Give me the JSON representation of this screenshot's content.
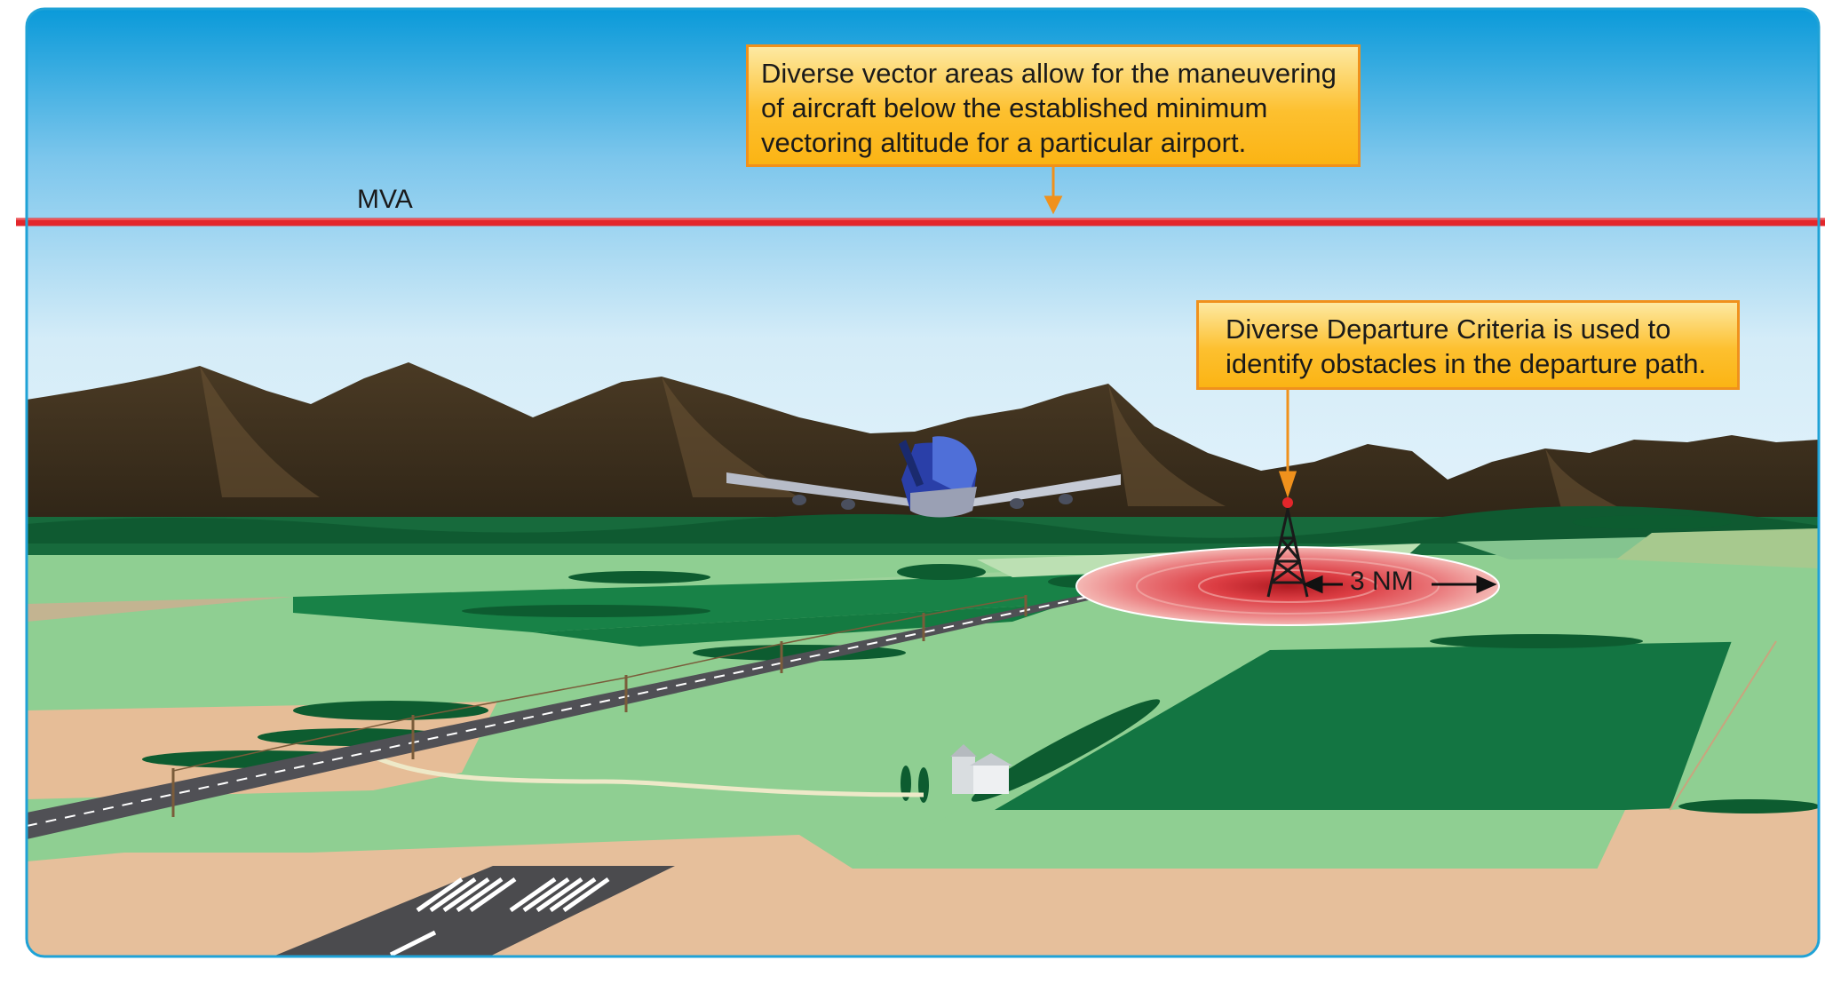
{
  "callouts": {
    "diverse_vector": {
      "lines": [
        "Diverse vector areas allow for the maneuvering",
        "of aircraft below the established minimum",
        "vectoring altitude for a particular airport."
      ]
    },
    "diverse_departure": {
      "lines": [
        "Diverse Departure Criteria is used to",
        "identify obstacles in the departure path."
      ]
    }
  },
  "labels": {
    "mva": "MVA",
    "radius": "3 NM"
  },
  "colors": {
    "mva_line": "#e3262b",
    "callout_fill": "#fdc02f",
    "callout_border": "#f0911c",
    "sky_top": "#0a9ad9",
    "frame_border": "#1fa2d6"
  },
  "icons": [
    "airplane-icon",
    "radio-tower-icon",
    "farmhouse-icon"
  ]
}
